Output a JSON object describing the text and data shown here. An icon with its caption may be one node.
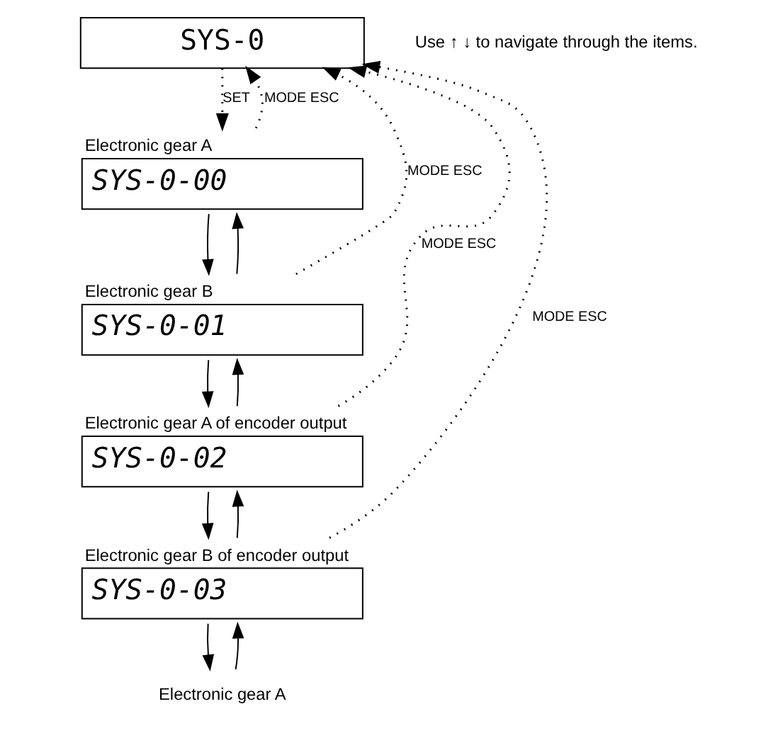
{
  "diagram": {
    "nodes": [
      {
        "text": [
          "SYS-0"
        ]
      },
      {
        "text": [
          "SYS-0-00"
        ],
        "beside": [
          "Electronic gear A"
        ]
      },
      {
        "text": [
          "SYS-0-01"
        ],
        "beside": [
          "Electronic gear B"
        ]
      },
      {
        "text": [
          "SYS-0-02"
        ],
        "beside": [
          "Electronic gear A of encoder output"
        ]
      },
      {
        "text": [
          "SYS-0-03"
        ],
        "beside": [
          "Electronic gear B of encoder output"
        ]
      },
      {
        "text": [
          "Electronic gear A"
        ]
      }
    ],
    "edges": [
      {
        "from": 0,
        "to": 1,
        "arrow": "to",
        "label": "SET",
        "style": "dashed"
      },
      {
        "from": 1,
        "to": 0,
        "arrow": "to",
        "label": "MODE ESC",
        "style": "dashed"
      },
      {
        "from": 2,
        "to": 0,
        "arrow": "to",
        "label": "MODE ESC",
        "style": "dashed"
      },
      {
        "from": 3,
        "to": 0,
        "arrow": "to",
        "label": "MODE ESC",
        "style": "dashed"
      },
      {
        "from": 4,
        "to": 0,
        "arrow": "to",
        "label": "MODE ESC",
        "style": "dashed"
      },
      {
        "from": 1,
        "to": 2,
        "arrow": "to"
      },
      {
        "from": 2,
        "to": 1,
        "arrow": "to"
      },
      {
        "from": 2,
        "to": 3,
        "arrow": "to"
      },
      {
        "from": 3,
        "to": 2,
        "arrow": "to"
      },
      {
        "from": 3,
        "to": 4,
        "arrow": "to"
      },
      {
        "from": 4,
        "to": 3,
        "arrow": "to"
      },
      {
        "from": 4,
        "to": 5,
        "arrow": "to"
      },
      {
        "from": 5,
        "to": 4,
        "arrow": "to"
      }
    ],
    "labels": [
      "Use ↑ ↓ to navigate through the items."
    ]
  }
}
